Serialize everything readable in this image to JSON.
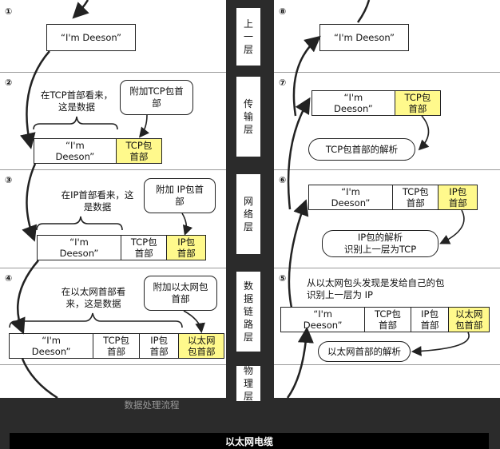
{
  "left_steps": [
    "①",
    "②",
    "③",
    "④"
  ],
  "right_steps": [
    "⑧",
    "⑦",
    "⑥",
    "⑤"
  ],
  "layers": [
    "上一层",
    "传输层",
    "网络层",
    "数据链路层",
    "物理层"
  ],
  "data_text": "“I'm\nDeeson”",
  "data_single": "“I'm Deeson”",
  "headers": {
    "tcp": "TCP包\n首部",
    "ip": "IP包\n首部",
    "eth": "以太网\n包首部"
  },
  "left": {
    "step2_note": "在TCP首部看来，\n这是数据",
    "step2_bubble": "附加TCP包首\n部",
    "step3_note": "在IP首部看来，这\n是数据",
    "step3_bubble": "附加 IP包首\n部",
    "step4_note": "在以太网首部看\n来，这是数据",
    "step4_bubble": "附加以太网包\n首部"
  },
  "right": {
    "step7_bubble": "TCP包首部的解析",
    "step6_bubble": "IP包的解析\n识别上一层为TCP",
    "step5_note": "从以太网包头发现是发给自己的包\n识别上一层为 IP",
    "step5_bubble": "以太网首部的解析"
  },
  "caption": "数据处理流程",
  "cable": "以太网电缆"
}
